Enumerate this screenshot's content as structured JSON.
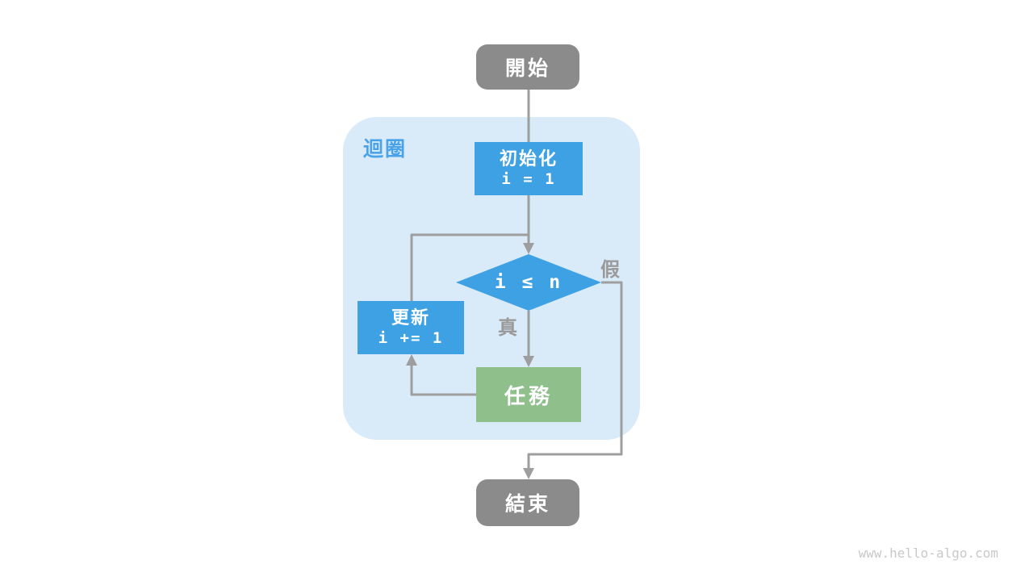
{
  "diagram": {
    "nodes": {
      "start": {
        "label": "開始"
      },
      "init": {
        "title": "初始化",
        "code": "i = 1"
      },
      "condition": {
        "code": "i ≤ n"
      },
      "update": {
        "title": "更新",
        "code": "i += 1"
      },
      "task": {
        "label": "任務"
      },
      "end": {
        "label": "結束"
      }
    },
    "loop_container": {
      "label": "迴圈"
    },
    "edge_labels": {
      "true": "真",
      "false": "假"
    },
    "colors": {
      "terminal_gray": "#8b8b8b",
      "process_blue": "#3da1e4",
      "task_green": "#8fbf8b",
      "container_light_blue": "#d9eaf9",
      "loop_label_blue": "#4aa3e8",
      "edge_gray": "#9e9e9e",
      "branch_label_gray": "#9a9a9a",
      "watermark_gray": "#c9c9c9"
    },
    "watermark": "www.hello-algo.com"
  }
}
